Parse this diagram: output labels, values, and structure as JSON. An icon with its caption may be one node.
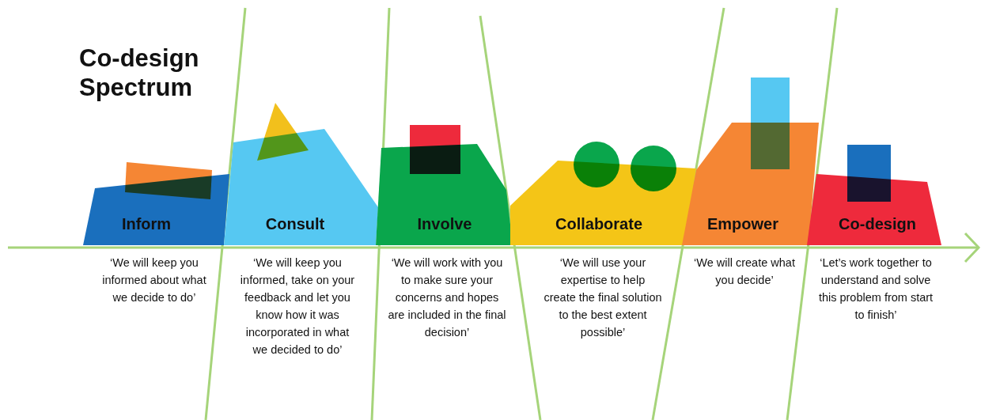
{
  "diagram": {
    "title": "Co-design Spectrum",
    "nodes": [
      {
        "text": [
          "Inform"
        ],
        "beside": [
          "‘We will keep you informed about what we decide to do’"
        ]
      },
      {
        "text": [
          "Consult"
        ],
        "beside": [
          "‘We will keep you informed, take on your feedback and let you know how it was incorporated in what we decided to do’"
        ]
      },
      {
        "text": [
          "Involve"
        ],
        "beside": [
          "‘We will work with you to make sure your concerns and hopes are included in the final decision’"
        ]
      },
      {
        "text": [
          "Collaborate"
        ],
        "beside": [
          "‘We will use your expertise to help create the final solution to the best extent possible’"
        ]
      },
      {
        "text": [
          "Empower"
        ],
        "beside": [
          "‘We will create what you decide’"
        ]
      },
      {
        "text": [
          "Co-design"
        ],
        "beside": [
          "‘Let’s work together to understand and solve this problem from start to finish’"
        ]
      }
    ],
    "edges": []
  }
}
